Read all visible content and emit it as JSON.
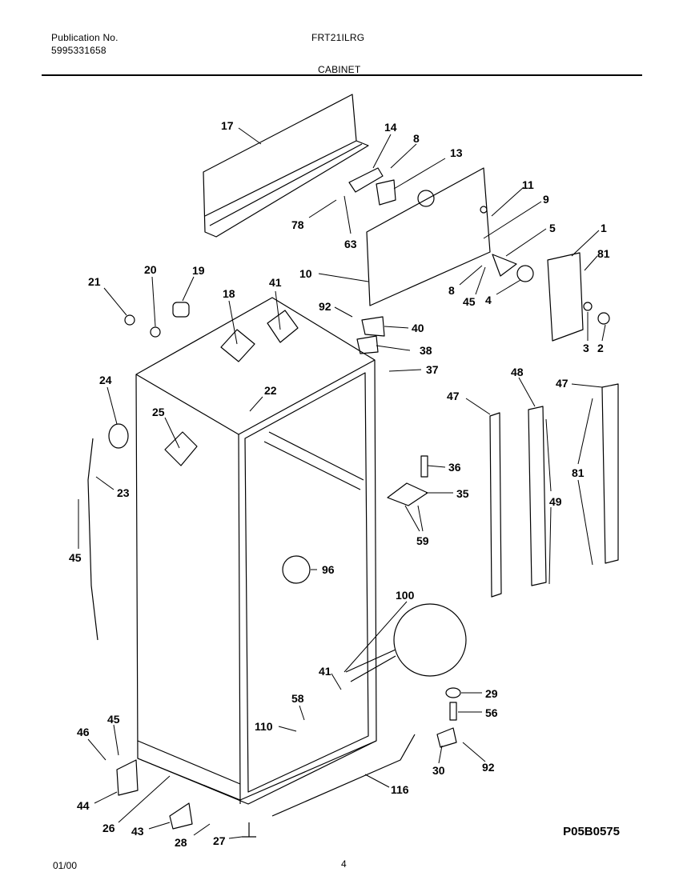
{
  "header": {
    "publication_label": "Publication No.",
    "publication_number": "5995331658",
    "model": "FRT21ILRG",
    "section": "CABINET"
  },
  "figure_id": "P05B0575",
  "footer": {
    "date": "01/00",
    "page": "4"
  },
  "callouts": [
    "1",
    "2",
    "3",
    "4",
    "5",
    "8",
    "8",
    "9",
    "10",
    "11",
    "13",
    "14",
    "17",
    "18",
    "19",
    "20",
    "21",
    "22",
    "23",
    "24",
    "25",
    "26",
    "27",
    "28",
    "29",
    "30",
    "35",
    "36",
    "37",
    "38",
    "40",
    "41",
    "41",
    "43",
    "44",
    "45",
    "45",
    "45",
    "46",
    "47",
    "47",
    "48",
    "49",
    "56",
    "58",
    "59",
    "63",
    "78",
    "81",
    "81",
    "92",
    "92",
    "96",
    "100",
    "110",
    "116"
  ]
}
